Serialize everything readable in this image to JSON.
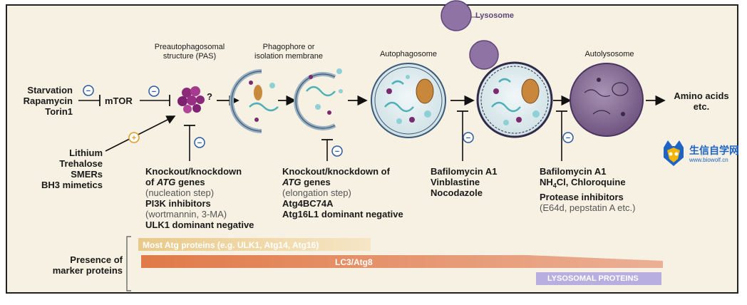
{
  "inputs": {
    "activators_left": [
      "Starvation",
      "Rapamycin",
      "Torin1"
    ],
    "mtor": "mTOR",
    "inducers_left": [
      "Lithium",
      "Trehalose",
      "SMERs",
      "BH3 mimetics"
    ],
    "question_mark": "?"
  },
  "stages": {
    "pas": [
      "Preautophagosomal",
      "structure (PAS)"
    ],
    "phagophore": [
      "Phagophore or",
      "isolation membrane"
    ],
    "autophagosome": "Autophagosome",
    "lysosome": "Lysosome",
    "autolysosome": "Autolysosome",
    "output": [
      "Amino acids",
      "etc."
    ]
  },
  "signs": {
    "minus": "−",
    "plus": "+"
  },
  "inhibitors": {
    "nucleation": {
      "line1": "Knockout/knockdown",
      "line2_pre": "of ",
      "line2_em": "ATG",
      "line2_post": " genes",
      "line3": "(nucleation step)",
      "line4": "PI3K inhibitors",
      "line5": "(wortmannin, 3-MA)",
      "line6": "ULK1 dominant negative"
    },
    "elongation": {
      "line1": "Knockout/knockdown of",
      "line2_em": "ATG",
      "line2_post": " genes",
      "line3": "(elongation step)",
      "line4": "Atg4BC74A",
      "line5": "Atg16L1 dominant negative"
    },
    "fusion": [
      "Bafilomycin A1",
      "Vinblastine",
      "Nocodazole"
    ],
    "degradation": {
      "line1": "Bafilomycin A1",
      "line2_a": "NH",
      "line2_sub": "4",
      "line2_b": "Cl, Chloroquine",
      "line3": "Protease inhibitors",
      "line4": "(E64d, pepstatin A etc.)"
    }
  },
  "markers": {
    "title": [
      "Presence of",
      "marker proteins"
    ],
    "bar1": "Most Atg proteins (e.g. ULK1, Atg14, Atg16)",
    "bar2": "LC3/Atg8",
    "bar3": "LYSOSOMAL PROTEINS",
    "colors": {
      "bar1": "#f2d9a8",
      "bar2": "#e08a5c",
      "bar3": "#b9aee0"
    }
  },
  "watermark": {
    "cn": "生信自学网",
    "url": "www.biowolf.cn"
  }
}
